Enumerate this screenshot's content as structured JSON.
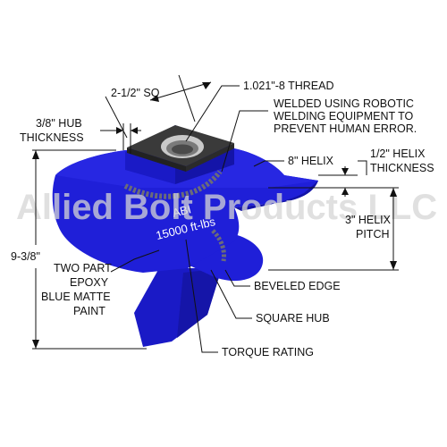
{
  "watermark": "Allied Bolt Products LLC",
  "product_marking": {
    "brand": "ABI",
    "rating": "15000 ft-lbs"
  },
  "callouts": {
    "thread": "1.021\"-8 THREAD",
    "square": "2-1/2\" SQ",
    "welded": [
      "WELDED USING ROBOTIC",
      "WELDING EQUIPMENT TO",
      "PREVENT HUMAN ERROR."
    ],
    "hub_thickness": [
      "3/8\" HUB",
      "THICKNESS"
    ],
    "helix_dia": "8\" HELIX",
    "helix_thickness": [
      "1/2\" HELIX",
      "THICKNESS"
    ],
    "height": "9-3/8\"",
    "helix_pitch": [
      "3\" HELIX",
      "PITCH"
    ],
    "paint": [
      "TWO PART",
      "EPOXY",
      "BLUE MATTE",
      "PAINT"
    ],
    "beveled_edge": "BEVELED EDGE",
    "square_hub": "SQUARE HUB",
    "torque_rating": "TORQUE RATING"
  },
  "colors": {
    "part_blue": "#1f1fd8",
    "part_shadow": "#1212a8",
    "part_highlight": "#3b3bf0",
    "nut_dark": "#3a3a3a",
    "line": "#111111"
  }
}
